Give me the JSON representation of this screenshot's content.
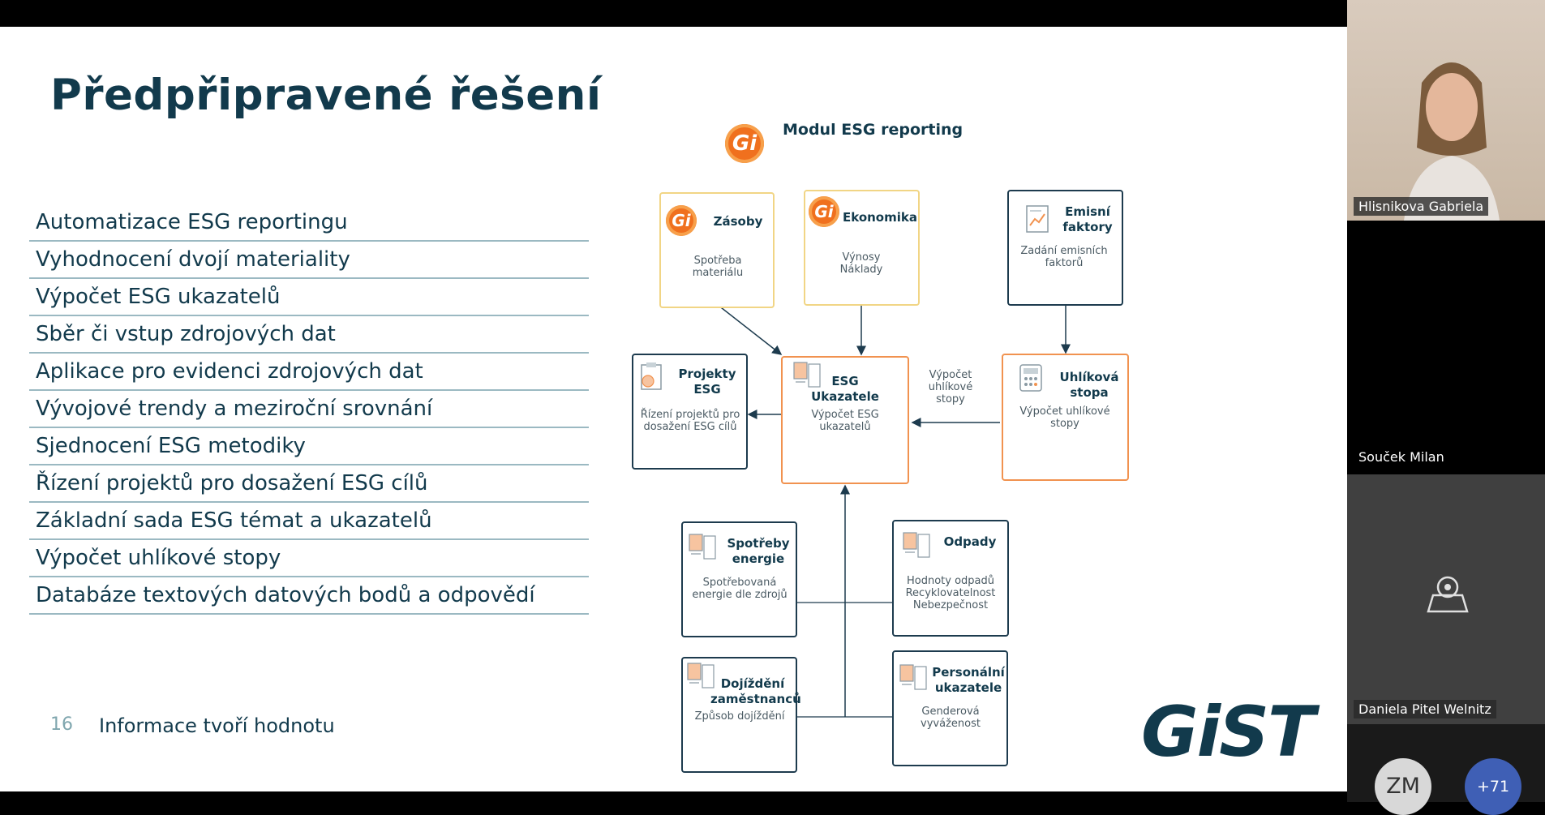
{
  "slide": {
    "title": "Předpřipravené řešení",
    "bullets": [
      "Automatizace ESG reportingu",
      "Vyhodnocení dvojí materiality",
      "Výpočet ESG ukazatelů",
      "Sběr či vstup zdrojových dat",
      "Aplikace pro evidenci zdrojových dat",
      "Vývojové trendy a meziroční srovnání",
      "Sjednocení ESG metodiky",
      "Řízení projektů pro dosažení ESG cílů",
      "Základní sada ESG témat a ukazatelů",
      "Výpočet uhlíkové stopy",
      "Databáze textových datových bodů a odpovědí"
    ],
    "page_number": "16",
    "footer": "Informace tvoří hodnotu",
    "brand_logo": "GiST"
  },
  "diagram": {
    "module_title": "Modul ESG reporting",
    "module_logo": "Gi",
    "boxes": {
      "zasoby": {
        "title": "Zásoby",
        "desc": "Spotřeba materiálu",
        "logo": "Gi"
      },
      "ekonomika": {
        "title": "Ekonomika",
        "desc": "Výnosy Náklady",
        "logo": "Gi"
      },
      "emisni": {
        "title": "Emisní faktory",
        "desc": "Zadání emisních faktorů"
      },
      "projekty": {
        "title": "Projekty ESG",
        "desc": "Řízení projektů pro dosažení ESG cílů"
      },
      "ukazatele": {
        "title": "ESG Ukazatele",
        "desc": "Výpočet ESG ukazatelů"
      },
      "uhlikova": {
        "title": "Uhlíková stopa",
        "desc": "Výpočet uhlíkové stopy"
      },
      "energie": {
        "title": "Spotřeby energie",
        "desc": "Spotřebovaná energie dle zdrojů"
      },
      "odpady": {
        "title": "Odpady",
        "desc": "Hodnoty odpadů Recyklovatelnost Nebezpečnost"
      },
      "dojizdeni": {
        "title": "Dojíždění zaměstnanců",
        "desc": "Způsob dojíždění"
      },
      "personalni": {
        "title": "Personální ukazatele",
        "desc": "Genderová vyváženost"
      }
    },
    "arrow_label": "Výpočet uhlíkové stopy"
  },
  "participants": {
    "tile1_name": "Hlisnikova Gabriela",
    "tile2_name": "Souček Milan",
    "tile3_name": "Daniela Pitel Welnitz",
    "avatar_initials": "ZM",
    "more_count": "+71"
  },
  "colors": {
    "navy": "#123a4c",
    "orange": "#f1924f",
    "yellow": "#f1d585",
    "divider": "#9bb9c2"
  }
}
